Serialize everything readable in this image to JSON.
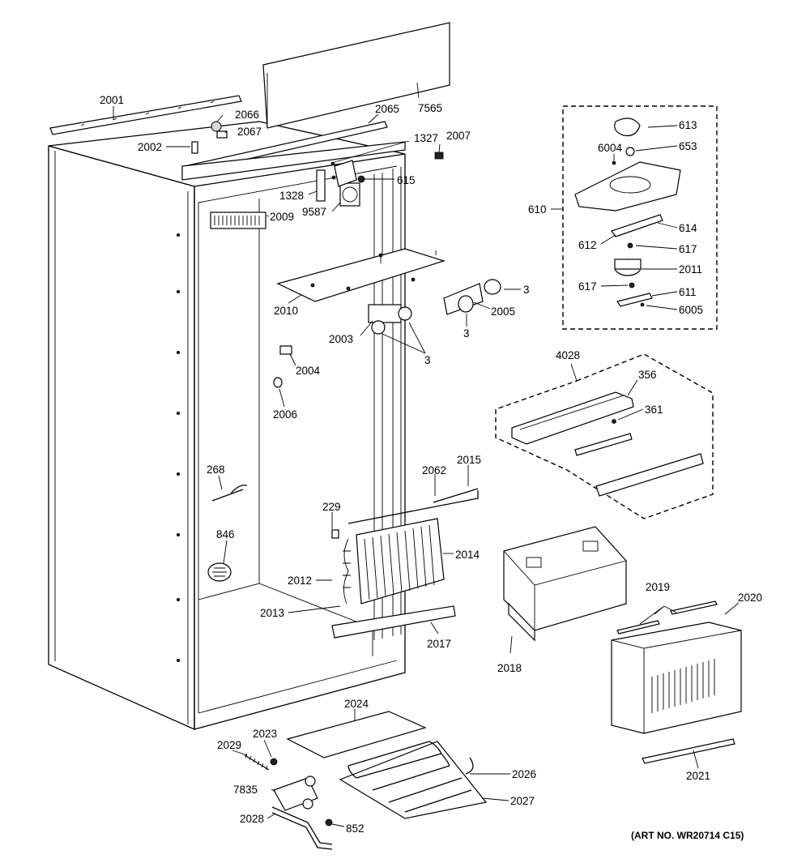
{
  "diagram": {
    "labels": {
      "p2001": "2001",
      "p2066": "2066",
      "p2067": "2067",
      "p2065": "2065",
      "p7565": "7565",
      "p2002": "2002",
      "p1327": "1327",
      "p2007": "2007",
      "p615": "615",
      "p1328": "1328",
      "p9587": "9587",
      "p2009": "2009",
      "p2010": "2010",
      "p3a": "3",
      "p2005": "2005",
      "p3b": "3",
      "p2003": "2003",
      "p3c": "3",
      "p2004": "2004",
      "p2006": "2006",
      "p268": "268",
      "p846": "846",
      "p229": "229",
      "p2062": "2062",
      "p2015": "2015",
      "p2014": "2014",
      "p2012": "2012",
      "p2013": "2013",
      "p2017": "2017",
      "p2024": "2024",
      "p2029": "2029",
      "p2023": "2023",
      "p2026": "2026",
      "p7835": "7835",
      "p2027": "2027",
      "p2028": "2028",
      "p852": "852",
      "p613": "613",
      "p6004": "6004",
      "p653": "653",
      "p610": "610",
      "p614": "614",
      "p612": "612",
      "p617a": "617",
      "p2011": "2011",
      "p617b": "617",
      "p611": "611",
      "p6005": "6005",
      "p4028": "4028",
      "p356": "356",
      "p361": "361",
      "p2018": "2018",
      "p2019": "2019",
      "p2020": "2020",
      "p2021": "2021"
    },
    "art_number": "(ART NO. WR20714 C15)"
  }
}
